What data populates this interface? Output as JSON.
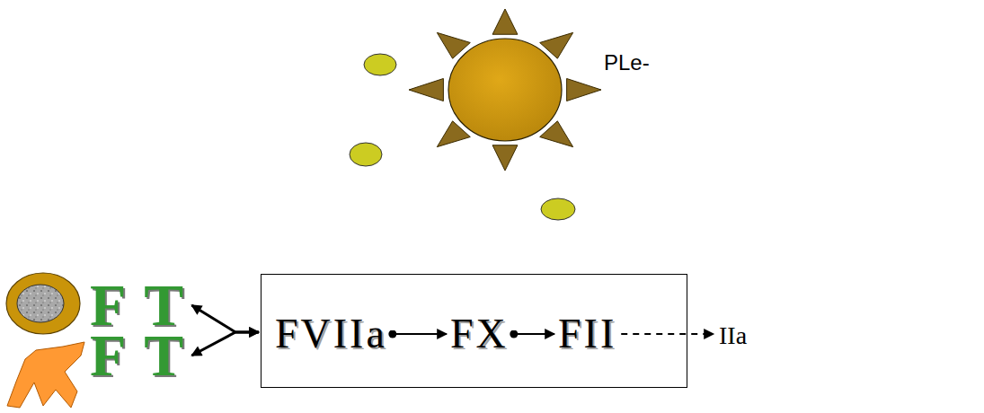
{
  "diagram": {
    "nodes": [
      {
        "text": [
          "PLe-"
        ]
      },
      {
        "text": [
          "FT"
        ]
      },
      {
        "text": [
          "FT"
        ]
      },
      {
        "text": []
      },
      {
        "text": [
          "FVIIa"
        ],
        "in": 3
      },
      {
        "text": [
          "FX"
        ],
        "in": 3
      },
      {
        "text": [
          "FII"
        ],
        "in": 3
      },
      {
        "text": [
          "IIa"
        ]
      }
    ],
    "edges": [
      {
        "from": 1,
        "to": 3,
        "arrow": "both"
      },
      {
        "from": 2,
        "to": 3,
        "arrow": "both"
      },
      {
        "from": 4,
        "to": 5,
        "arrow": "to"
      },
      {
        "from": 5,
        "to": 6,
        "arrow": "to"
      },
      {
        "from": 6,
        "to": 7,
        "arrow": "to"
      }
    ]
  }
}
